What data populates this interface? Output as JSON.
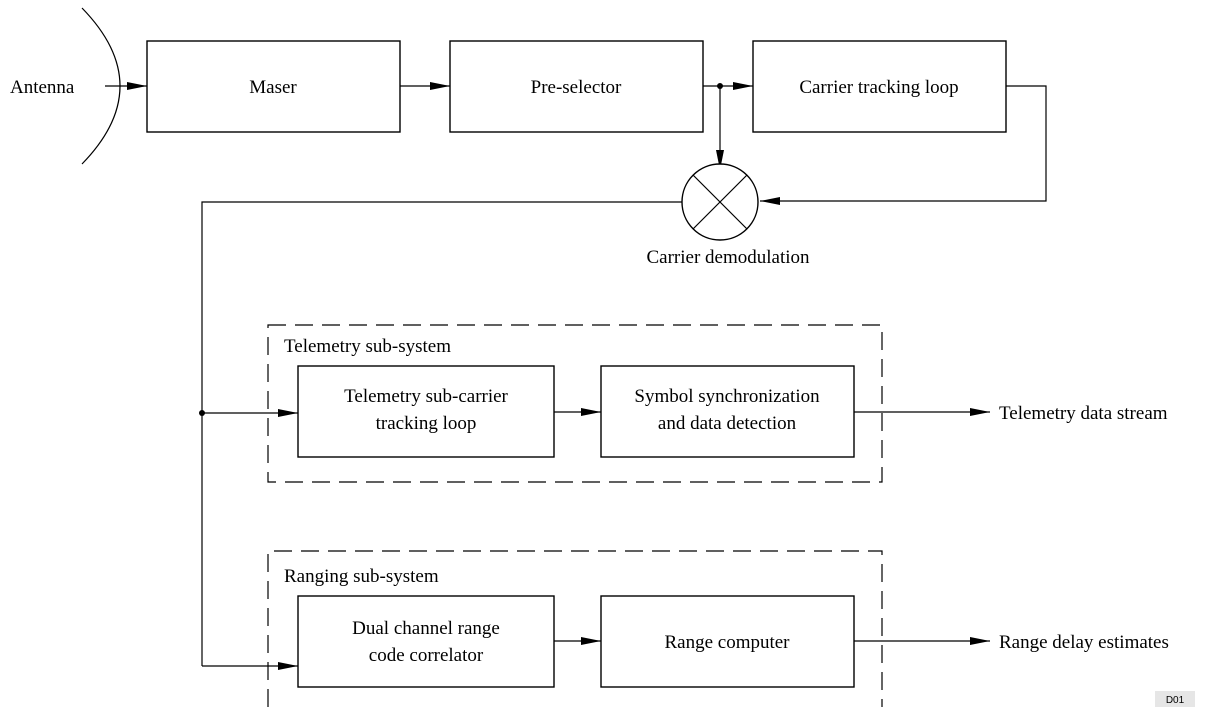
{
  "diagram": {
    "antenna_label": "Antenna",
    "maser": "Maser",
    "preselector": "Pre-selector",
    "carrier_loop": "Carrier tracking loop",
    "demod_label": "Carrier demodulation",
    "telemetry": {
      "group_label": "Telemetry sub-system",
      "subcarrier_line1": "Telemetry sub-carrier",
      "subcarrier_line2": "tracking loop",
      "symbol_line1": "Symbol synchronization",
      "symbol_line2": "and data detection",
      "output": "Telemetry data stream"
    },
    "ranging": {
      "group_label": "Ranging sub-system",
      "correlator_line1": "Dual channel range",
      "correlator_line2": "code correlator",
      "computer": "Range computer",
      "output": "Range delay estimates"
    },
    "figure_tag": "D01"
  }
}
